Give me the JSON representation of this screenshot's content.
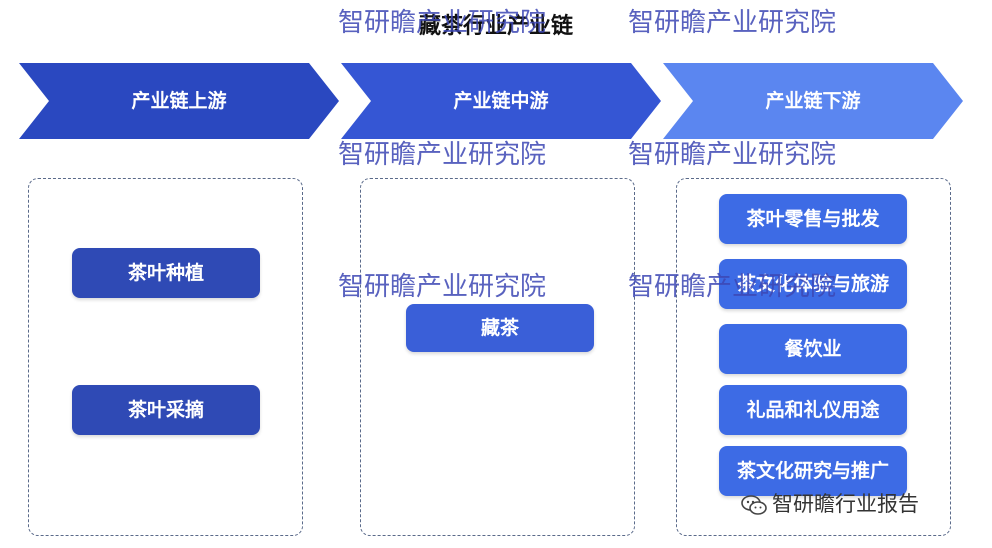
{
  "title": "藏茶行业产业链",
  "stages": [
    {
      "label": "产业链上游",
      "color": "#2a48c0",
      "items": [
        "茶叶种植",
        "茶叶采摘"
      ]
    },
    {
      "label": "产业链中游",
      "color": "#3556d4",
      "items": [
        "藏茶"
      ]
    },
    {
      "label": "产业链下游",
      "color": "#5b86f0",
      "items": [
        "茶叶零售与批发",
        "茶文化体验与旅游",
        "餐饮业",
        "礼品和礼仪用途",
        "茶文化研究与推广"
      ]
    }
  ],
  "watermark": "智研瞻产业研究院",
  "footer": {
    "icon": "wechat-icon",
    "text": "智研瞻行业报告"
  }
}
